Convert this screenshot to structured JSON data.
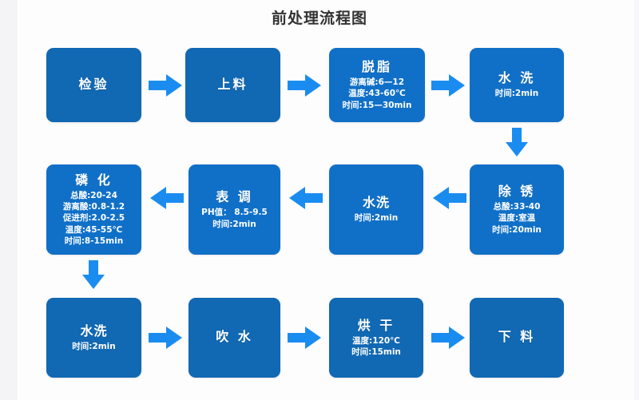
{
  "title": "前处理流程图",
  "colors": {
    "box_fill": "#1168b3",
    "box_fill_bright": "#1070c8",
    "arrow": "#1a8cf0",
    "text": "#ffffff",
    "title_text": "#333333",
    "background": "#fdfdfe"
  },
  "rows": [
    {
      "direction": "left-to-right",
      "steps": [
        {
          "name": "检验",
          "details": []
        },
        {
          "name": "上料",
          "details": []
        },
        {
          "name": "脱脂",
          "details": [
            "游离碱:6—12",
            "温度:43-60℃",
            "时间:15—30min"
          ]
        },
        {
          "name": "水 洗",
          "details": [
            "时间:2min"
          ]
        }
      ]
    },
    {
      "direction": "right-to-left",
      "steps": [
        {
          "name": "磷 化",
          "details": [
            "总酸:20-24",
            "游离酸:0.8-1.2",
            "促进剂:2.0-2.5",
            "温度:45-55℃",
            "时间:8-15min"
          ]
        },
        {
          "name": "表 调",
          "details": [
            "PH值： 8.5-9.5",
            "时间:2min"
          ]
        },
        {
          "name": "水洗",
          "details": [
            "时间:2min"
          ]
        },
        {
          "name": "除 锈",
          "details": [
            "总酸:33-40",
            "温度:室温",
            "时间:20min"
          ]
        }
      ]
    },
    {
      "direction": "left-to-right",
      "steps": [
        {
          "name": "水洗",
          "details": [
            "时间:2min"
          ]
        },
        {
          "name": "吹 水",
          "details": []
        },
        {
          "name": "烘 干",
          "details": [
            "温度:120℃",
            "时间:15min"
          ]
        },
        {
          "name": "下 料",
          "details": []
        }
      ]
    }
  ],
  "connectors": {
    "row1": [
      "arrow-right",
      "arrow-right",
      "arrow-right"
    ],
    "row1_to_row2": "arrow-down",
    "row2": [
      "arrow-left",
      "arrow-left",
      "arrow-left"
    ],
    "row2_to_row3": "arrow-down",
    "row3": [
      "arrow-right",
      "arrow-right",
      "arrow-right"
    ]
  }
}
